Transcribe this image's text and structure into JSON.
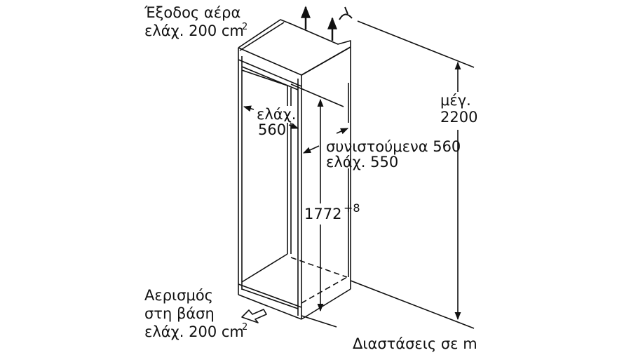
{
  "diagram": {
    "type": "installation-dimensions",
    "subject": "built-in refrigerator niche",
    "labels": {
      "air_outlet_line1": "Έξοδος αέρα",
      "air_outlet_line2": "ελάχ. 200 cm",
      "air_outlet_sup": "2",
      "min_width_line1": "ελάχ.",
      "min_width_line2": "560",
      "depth_line1": "συνιστούμενα 560",
      "depth_line2": "ελάχ. 550",
      "niche_height": "1772",
      "niche_height_tol": "+8",
      "max_height_line1": "μέγ.",
      "max_height_line2": "2200",
      "base_vent_line1": "Αερισμός",
      "base_vent_line2": "στη βάση",
      "base_vent_line3": "ελάχ. 200 cm",
      "base_vent_sup": "2",
      "units_note": "Διαστάσεις σε m"
    },
    "colors": {
      "line": "#111111",
      "background": "#ffffff"
    }
  }
}
